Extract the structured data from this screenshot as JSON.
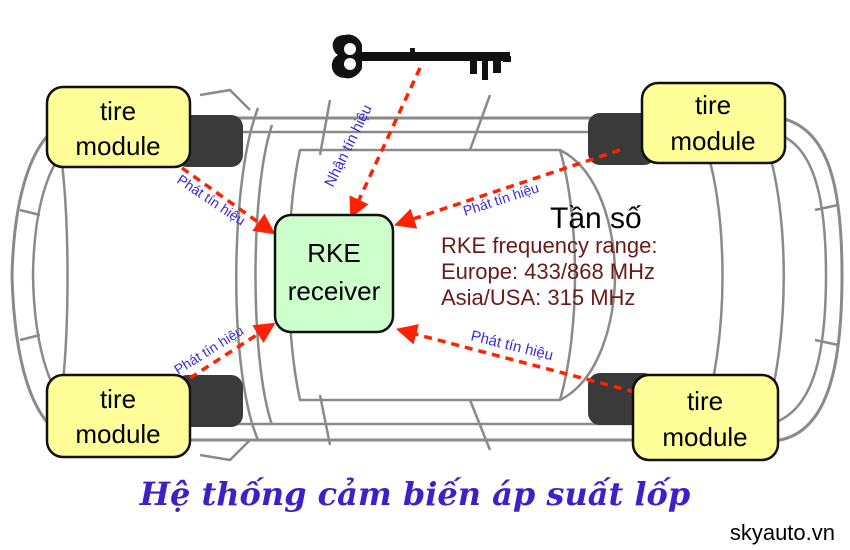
{
  "tire_modules": [
    {
      "line1": "tire",
      "line2": "module"
    },
    {
      "line1": "tire",
      "line2": "module"
    },
    {
      "line1": "tire",
      "line2": "module"
    },
    {
      "line1": "tire",
      "line2": "module"
    }
  ],
  "receiver": {
    "line1": "RKE",
    "line2": "receiver"
  },
  "signal_labels": {
    "receive": "Nhận tín hiệu",
    "transmit_top_left": "Phát tín hiệu",
    "transmit_bottom_left": "Phát tín hiệu",
    "transmit_top_right": "Phát tín hiệu",
    "transmit_bottom_right": "Phát tín hiệu"
  },
  "frequency": {
    "heading": "Tần số",
    "line1": "RKE frequency range:",
    "line2": "Europe: 433/868 MHz",
    "line3": "Asia/USA: 315 MHz"
  },
  "caption": "Hệ thống cảm biến áp suất lốp",
  "watermark": "skyauto.vn",
  "colors": {
    "module_fill": "#ffff99",
    "receiver_fill": "#ccffcc",
    "arrow": "#ff2200",
    "signal_text": "#3a2ad6",
    "frequency_text": "#6b1a1a",
    "caption": "#3f1fc8",
    "car_outline": "#888888"
  },
  "icons": [
    "key-icon"
  ]
}
